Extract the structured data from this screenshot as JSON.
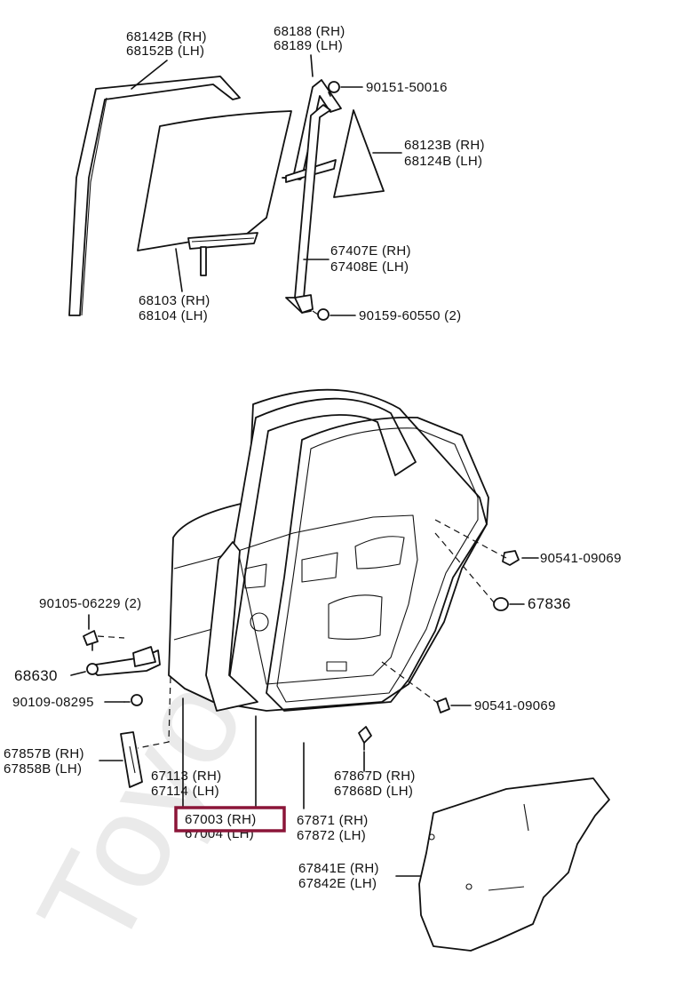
{
  "watermark": "ToyotaCar",
  "highlight_color": "#8b1538",
  "labels": {
    "l68142B": "68142B (RH)",
    "l68152B": "68152B (LH)",
    "l68188": "68188 (RH)",
    "l68189": "68189 (LH)",
    "l90151": "90151-50016",
    "l68123B": "68123B (RH)",
    "l68124B": "68124B (LH)",
    "l67407E": "67407E (RH)",
    "l67408E": "67408E (LH)",
    "l68103": "68103 (RH)",
    "l68104": "68104 (LH)",
    "l90159": "90159-60550 (2)",
    "l90541a": "90541-09069",
    "l67836": "67836",
    "l90105": "90105-06229 (2)",
    "l68630": "68630",
    "l90109": "90109-08295",
    "l90541b": "90541-09069",
    "l67857B": "67857B (RH)",
    "l67858B": "67858B (LH)",
    "l67113": "67113 (RH)",
    "l67114": "67114 (LH)",
    "l67867D": "67867D (RH)",
    "l67868D": "67868D (LH)",
    "l67003": "67003 (RH)",
    "l67004": "67004 (LH)",
    "l67871": "67871 (RH)",
    "l67872": "67872 (LH)",
    "l67841E": "67841E (RH)",
    "l67842E": "67842E (LH)"
  }
}
